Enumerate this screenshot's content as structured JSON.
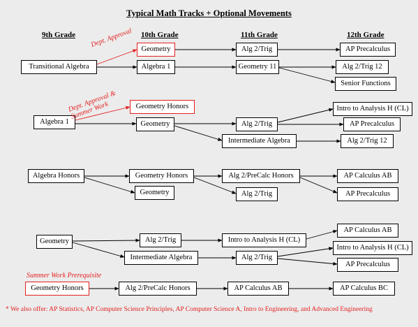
{
  "title": "Typical Math Tracks + Optional Movements",
  "headers": [
    "9th Grade",
    "10th Grade",
    "11th Grade",
    "12th Grade"
  ],
  "notes": {
    "dept_approval": "Dept. Approval",
    "dept_approval_summer_line1": "Dept. Approval &",
    "dept_approval_summer_line2": "Summer Work",
    "summer_prereq": "Summer Work Prerequisite"
  },
  "tracks": {
    "t1": {
      "transitional_algebra": "Transitional Algebra",
      "geometry": "Geometry",
      "algebra1": "Algebra 1",
      "alg2trig": "Alg 2/Trig",
      "geometry11": "Geometry 11",
      "ap_precalc": "AP Precalculus",
      "alg2trig12": "Alg 2/Trig 12",
      "senior_functions": "Senior Functions"
    },
    "t2": {
      "algebra1": "Algebra 1",
      "geometry_honors": "Geometry Honors",
      "geometry": "Geometry",
      "alg2trig": "Alg 2/Trig",
      "intermediate_algebra": "Intermediate Algebra",
      "intro_analysis": "Intro to Analysis H (CL)",
      "ap_precalc": "AP Precalculus",
      "alg2trig12": "Alg 2/Trig 12"
    },
    "t3": {
      "algebra_honors": "Algebra Honors",
      "geometry_honors": "Geometry Honors",
      "geometry": "Geometry",
      "alg2precalc_honors": "Alg 2/PreCalc Honors",
      "alg2trig": "Alg 2/Trig",
      "ap_calc_ab": "AP Calculus AB",
      "ap_precalc": "AP Precalculus"
    },
    "t4": {
      "geometry": "Geometry",
      "alg2trig": "Alg 2/Trig",
      "intermediate_algebra": "Intermediate Algebra",
      "intro_analysis": "Intro to Analysis H (CL)",
      "alg2trig_b": "Alg 2/Trig",
      "ap_calc_ab": "AP Calculus AB",
      "intro_analysis_b": "Intro to Analysis H (CL)",
      "ap_precalc": "AP Precalculus"
    },
    "t5": {
      "geometry_honors": "Geometry Honors",
      "alg2precalc_honors": "Alg 2/PreCalc Honors",
      "ap_calc_ab": "AP Calculus AB",
      "ap_calc_bc": "AP Calculus BC"
    }
  },
  "footnote": "* We also offer: AP Statistics, AP Computer Science Principles, AP Computer Science A, Intro to Engineering, and Advanced Engineering"
}
